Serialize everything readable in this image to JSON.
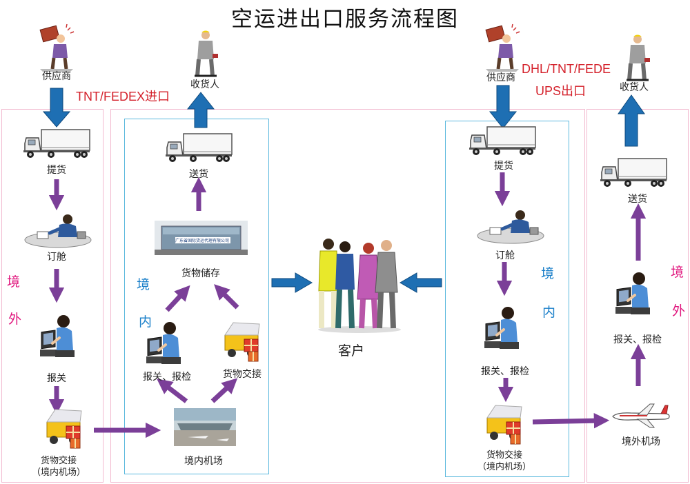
{
  "title": "空运进出口服务流程图",
  "import_flow": {
    "supplier": "供应商",
    "consignee": "收货人",
    "express_label": "TNT/FEDEX进口",
    "overseas_zone": [
      "境",
      "外"
    ],
    "domestic_zone": [
      "境",
      "内"
    ],
    "pickup": "提货",
    "booking": "订舱",
    "customs": "报关",
    "handover": "货物交接",
    "handover_sub": "（境内机场）",
    "domestic_airport": "境内机场",
    "declaration_inspection": "报关、报检",
    "goods_handover": "货物交接",
    "storage": "货物储存",
    "delivery": "送货"
  },
  "center": {
    "customer": "客户"
  },
  "export_flow": {
    "supplier": "供应商",
    "consignee": "收货人",
    "express_label_line1": "DHL/TNT/FEDE",
    "express_label_line2": "UPS出口",
    "domestic_zone": [
      "境",
      "内"
    ],
    "overseas_zone": [
      "境",
      "外"
    ],
    "pickup": "提货",
    "booking": "订舱",
    "declaration_inspection": "报关、报检",
    "handover": "货物交接",
    "handover_sub": "（境内机场）",
    "overseas_airport": "境外机场",
    "overseas_declaration": "报关、报检",
    "overseas_delivery": "送货"
  },
  "building_sign": "广东省国际货运代理有限公司",
  "colors": {
    "arrow_blue": "#1e6fb3",
    "arrow_purple": "#7b3f98",
    "zone_pink": "#e0167d",
    "zone_blue": "#1a7fc9",
    "express_red": "#d4202a"
  }
}
